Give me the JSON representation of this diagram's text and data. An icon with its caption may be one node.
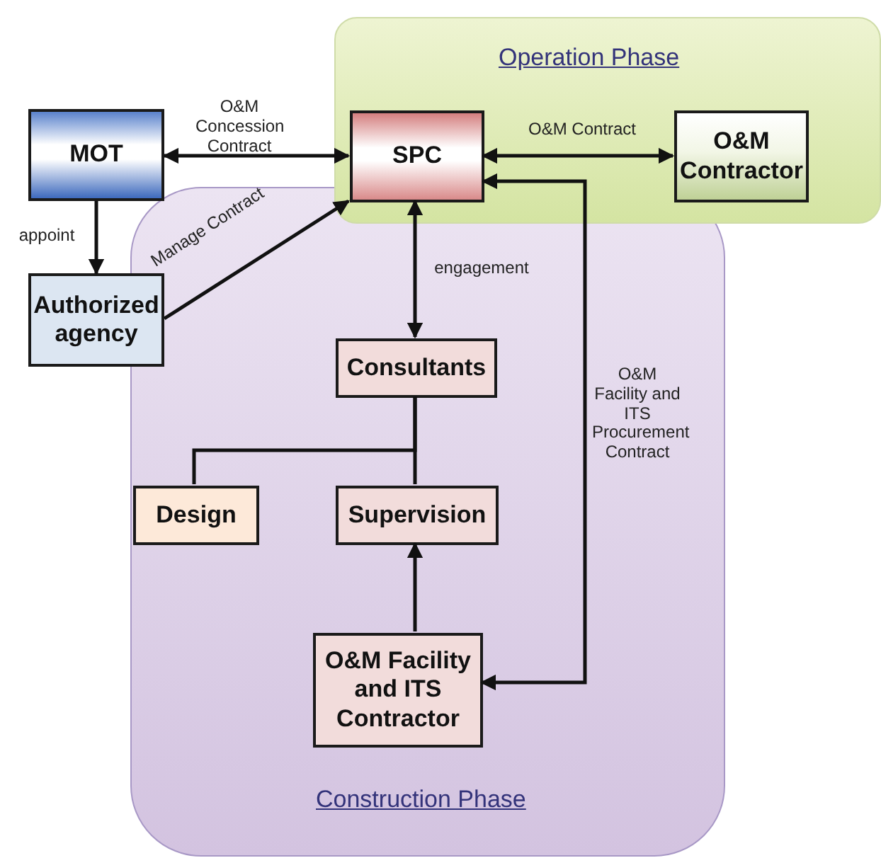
{
  "diagram": {
    "nodes": [
      {
        "text": [
          "Operation Phase"
        ]
      },
      {
        "text": [
          "MOT"
        ]
      },
      {
        "text": [
          "SPC"
        ],
        "in": 0
      },
      {
        "text": [
          "O&M Contractor"
        ],
        "in": 0
      },
      {
        "text": [
          "Authorized agency"
        ]
      },
      {
        "text": [
          "Construction Phase"
        ]
      },
      {
        "text": [
          "Consultants"
        ],
        "in": 5
      },
      {
        "text": [
          "Design"
        ],
        "in": 5
      },
      {
        "text": [
          "Supervision"
        ],
        "in": 5
      },
      {
        "text": [
          "O&M Facility and ITS Contractor"
        ],
        "in": 5
      }
    ],
    "edges": [
      {
        "from": 1,
        "to": 2,
        "arrow": "both",
        "label": "O&M Concession Contract"
      },
      {
        "from": 2,
        "to": 3,
        "arrow": "both",
        "label": "O&M Contract"
      },
      {
        "from": 1,
        "to": 4,
        "arrow": "to",
        "label": "appoint"
      },
      {
        "from": 4,
        "to": 2,
        "arrow": "to",
        "label": "Manage Contract"
      },
      {
        "from": 2,
        "to": 6,
        "arrow": "both",
        "label": "engagement"
      },
      {
        "from": 6,
        "to": 7,
        "arrow": "none"
      },
      {
        "from": 6,
        "to": 8,
        "arrow": "none"
      },
      {
        "from": 9,
        "to": 8,
        "arrow": "to"
      },
      {
        "from": 2,
        "to": 9,
        "arrow": "both",
        "label": "O&M Facility and ITS Procurement Contract"
      }
    ]
  }
}
